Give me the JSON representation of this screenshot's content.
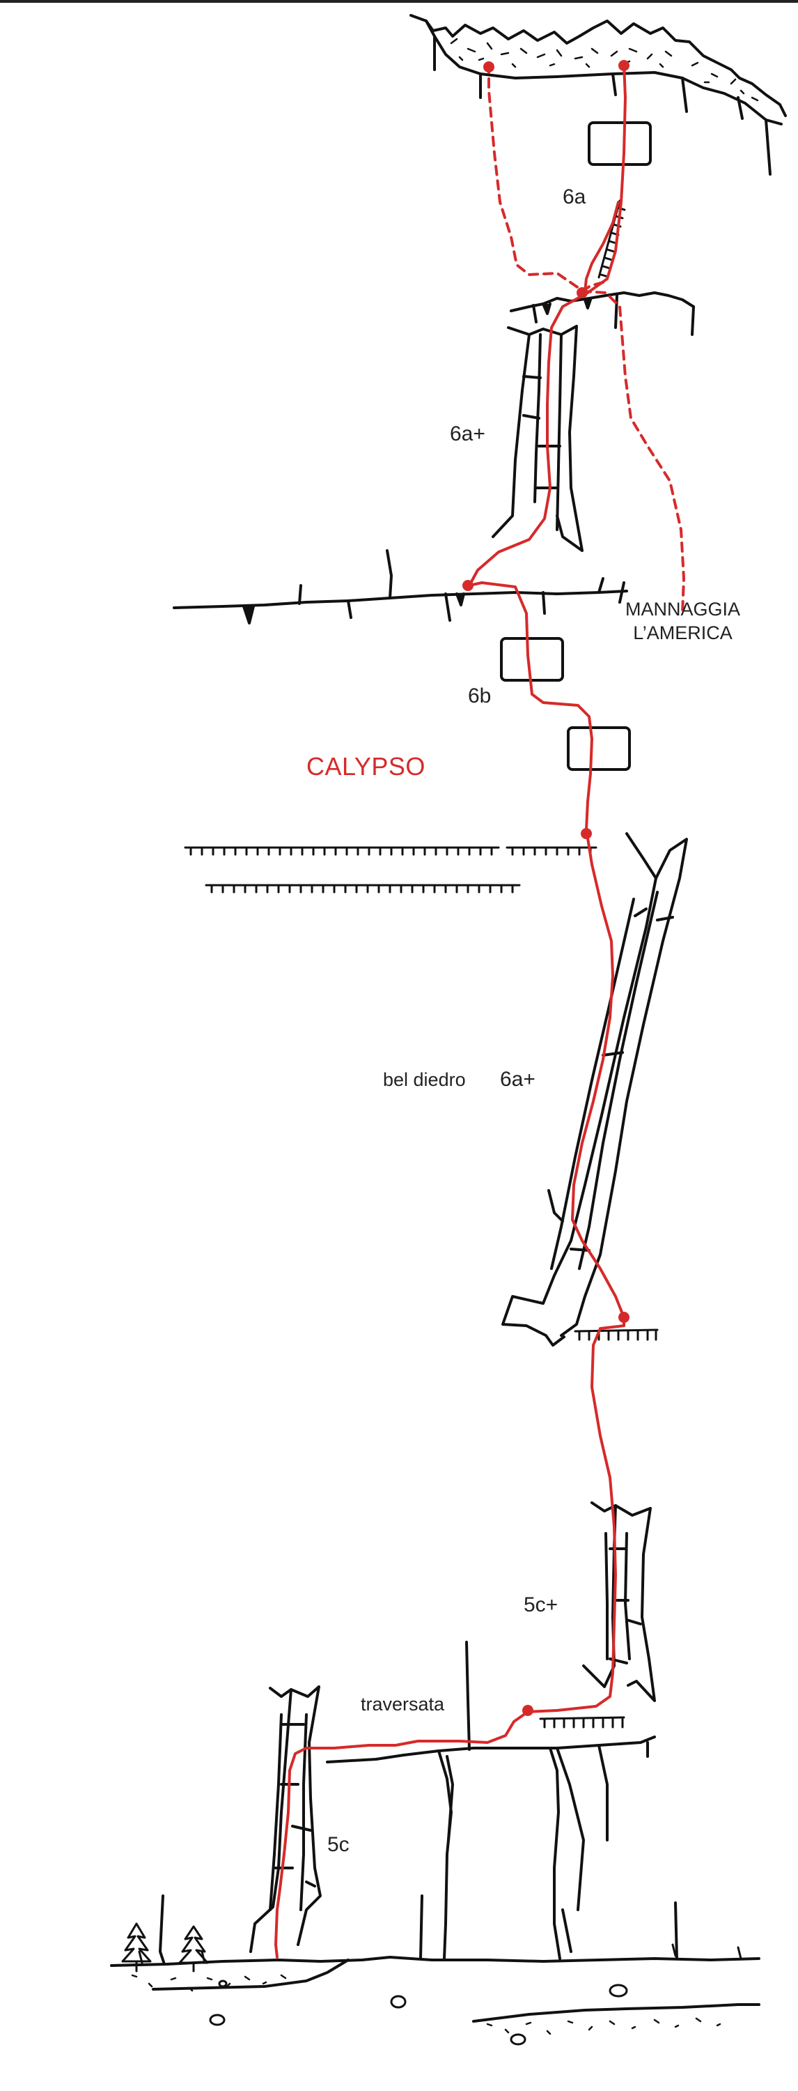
{
  "route": {
    "name": "CALYPSO",
    "color": "#d62a2a"
  },
  "variant": {
    "line1": "MANNAGGIA",
    "line2": "L’AMERICA"
  },
  "pitches": [
    {
      "grade": "6a"
    },
    {
      "grade": "6a+"
    },
    {
      "grade": "6b"
    },
    {
      "grade": "6a+"
    },
    {
      "grade": "5c+"
    },
    {
      "grade": "5c"
    }
  ],
  "notes": {
    "diedro": "bel diedro",
    "traverse": "traversata"
  },
  "colors": {
    "ink": "#111111",
    "route": "#d62a2a"
  }
}
